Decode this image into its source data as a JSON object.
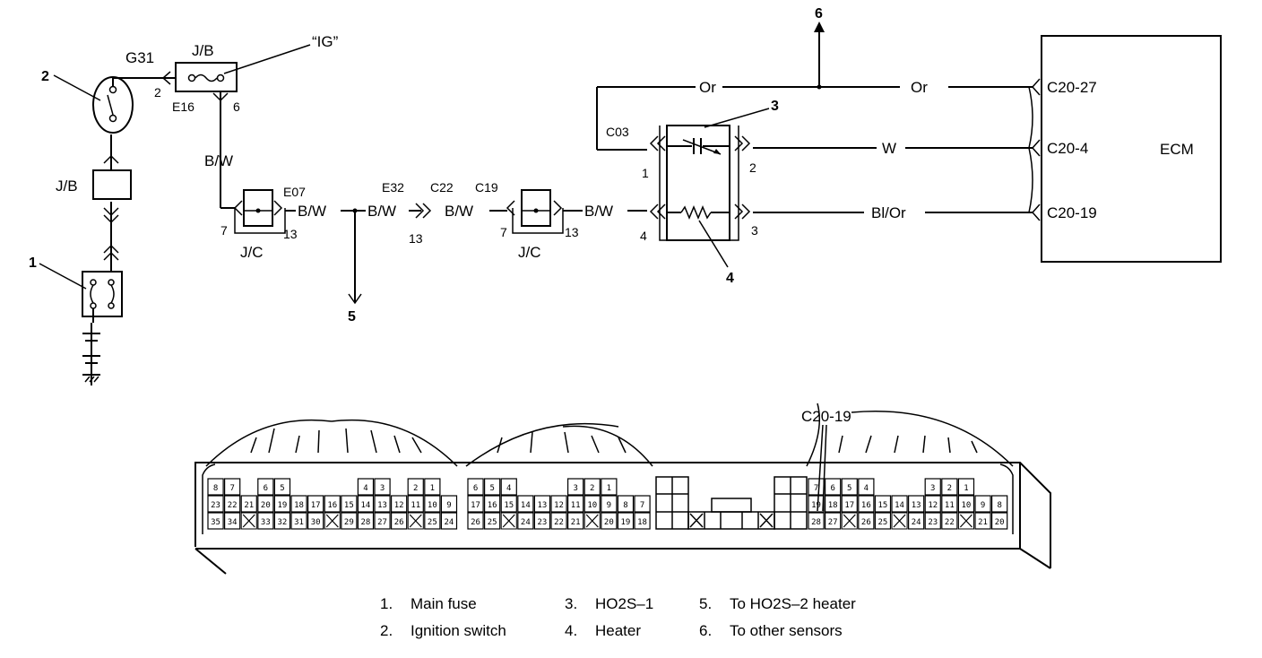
{
  "diagram": {
    "labels": {
      "fuse_callout": "1",
      "switch_callout": "2",
      "ig_label": "“IG”",
      "g31": "G31",
      "jb_top": "J/B",
      "jb_left": "J/B",
      "pin_2_top": "2",
      "e16": "E16",
      "pin_6_top": "6",
      "bw_vertical": "B/W",
      "e07": "E07",
      "bw_after_e07": "B/W",
      "jc_left": "J/C",
      "jc_left_pin7": "7",
      "jc_left_pin13": "13",
      "callout_5": "5",
      "e32": "E32",
      "bw_e32": "B/W",
      "pin_13_mid": "13",
      "c22": "C22",
      "bw_c22": "B/W",
      "c19": "C19",
      "jc_right": "J/C",
      "jc_right_pin7": "7",
      "jc_right_pin13": "13",
      "bw_to_sensor": "B/W",
      "c03": "C03",
      "sensor_pin1": "1",
      "sensor_pin2": "2",
      "sensor_pin3": "3",
      "sensor_pin4": "4",
      "callout_3": "3",
      "callout_4": "4",
      "callout_6": "6",
      "wire_or_left": "Or",
      "wire_or_right": "Or",
      "wire_w": "W",
      "wire_blor": "Bl/Or",
      "ecm_pin_27": "C20-27",
      "ecm_pin_4": "C20-4",
      "ecm_pin_19": "C20-19",
      "ecm": "ECM",
      "connector_pointer": "C20-19"
    },
    "connector_pins": {
      "block1_row1": [
        "8",
        "7",
        "",
        "6",
        "5",
        "",
        "",
        "",
        "",
        "4",
        "3",
        "",
        "2",
        "1"
      ],
      "block1_row2": [
        "23",
        "22",
        "21",
        "20",
        "19",
        "18",
        "17",
        "16",
        "15",
        "14",
        "13",
        "12",
        "11",
        "10",
        "9"
      ],
      "block1_row3": [
        "35",
        "34",
        "",
        "33",
        "32",
        "31",
        "30",
        "",
        "29",
        "28",
        "27",
        "26",
        "",
        "25",
        "24"
      ],
      "block2_row1": [
        "6",
        "5",
        "4",
        "",
        "",
        "",
        "3",
        "2",
        "1"
      ],
      "block2_row2": [
        "17",
        "16",
        "15",
        "14",
        "13",
        "12",
        "11",
        "10",
        "9",
        "8",
        "7"
      ],
      "block2_row3": [
        "26",
        "25",
        "",
        "24",
        "23",
        "22",
        "21",
        "",
        "20",
        "19",
        "18"
      ],
      "block4_row1": [
        "7",
        "6",
        "5",
        "4",
        "",
        "",
        "",
        "3",
        "2",
        "1"
      ],
      "block4_row2": [
        "19",
        "18",
        "17",
        "16",
        "15",
        "14",
        "13",
        "12",
        "11",
        "10",
        "9",
        "8"
      ],
      "block4_row3": [
        "28",
        "27",
        "",
        "26",
        "25",
        "",
        "24",
        "23",
        "22",
        "",
        "21",
        "20"
      ]
    }
  },
  "legend": {
    "items": [
      {
        "num": "1.",
        "text": "Main fuse"
      },
      {
        "num": "2.",
        "text": "Ignition switch"
      },
      {
        "num": "3.",
        "text": "HO2S–1"
      },
      {
        "num": "4.",
        "text": "Heater"
      },
      {
        "num": "5.",
        "text": "To HO2S–2 heater"
      },
      {
        "num": "6.",
        "text": "To other sensors"
      }
    ]
  }
}
